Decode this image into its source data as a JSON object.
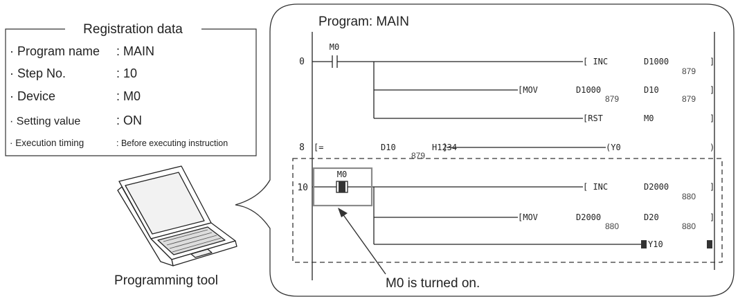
{
  "registration_box": {
    "title": "Registration data",
    "rows": [
      {
        "label": "· Program name",
        "value": ": MAIN"
      },
      {
        "label": "· Step No.",
        "value": ": 10"
      },
      {
        "label": "· Device",
        "value": ": M0"
      },
      {
        "label": "· Setting value",
        "value": ": ON"
      },
      {
        "label": "· Execution timing",
        "value": ": Before executing instruction"
      }
    ]
  },
  "laptop_caption": "Programming tool",
  "program": {
    "title": "Program: MAIN",
    "step_numbers": [
      "0",
      "8",
      "10"
    ],
    "contact_m0_a": "M0",
    "contact_m0_b": "M0",
    "rung0": {
      "inc": "[ INC",
      "inc_dev": "D1000",
      "inc_val": "879",
      "mov": "[MOV",
      "mov_src": "D1000",
      "mov_src_val": "879",
      "mov_dst": "D10",
      "mov_dst_val": "879",
      "rst": "[RST",
      "rst_dev": "M0"
    },
    "rung8": {
      "cmp": "[=",
      "op1": "D10",
      "op1_val": "879",
      "op2": "H1234",
      "coil": "(Y0"
    },
    "rung10": {
      "inc": "[ INC",
      "inc_dev": "D2000",
      "inc_val": "880",
      "mov": "[MOV",
      "mov_src": "D2000",
      "mov_src_val": "880",
      "mov_dst": "D20",
      "mov_dst_val": "880",
      "coil": "Y10"
    },
    "annotation": "M0 is turned on."
  }
}
